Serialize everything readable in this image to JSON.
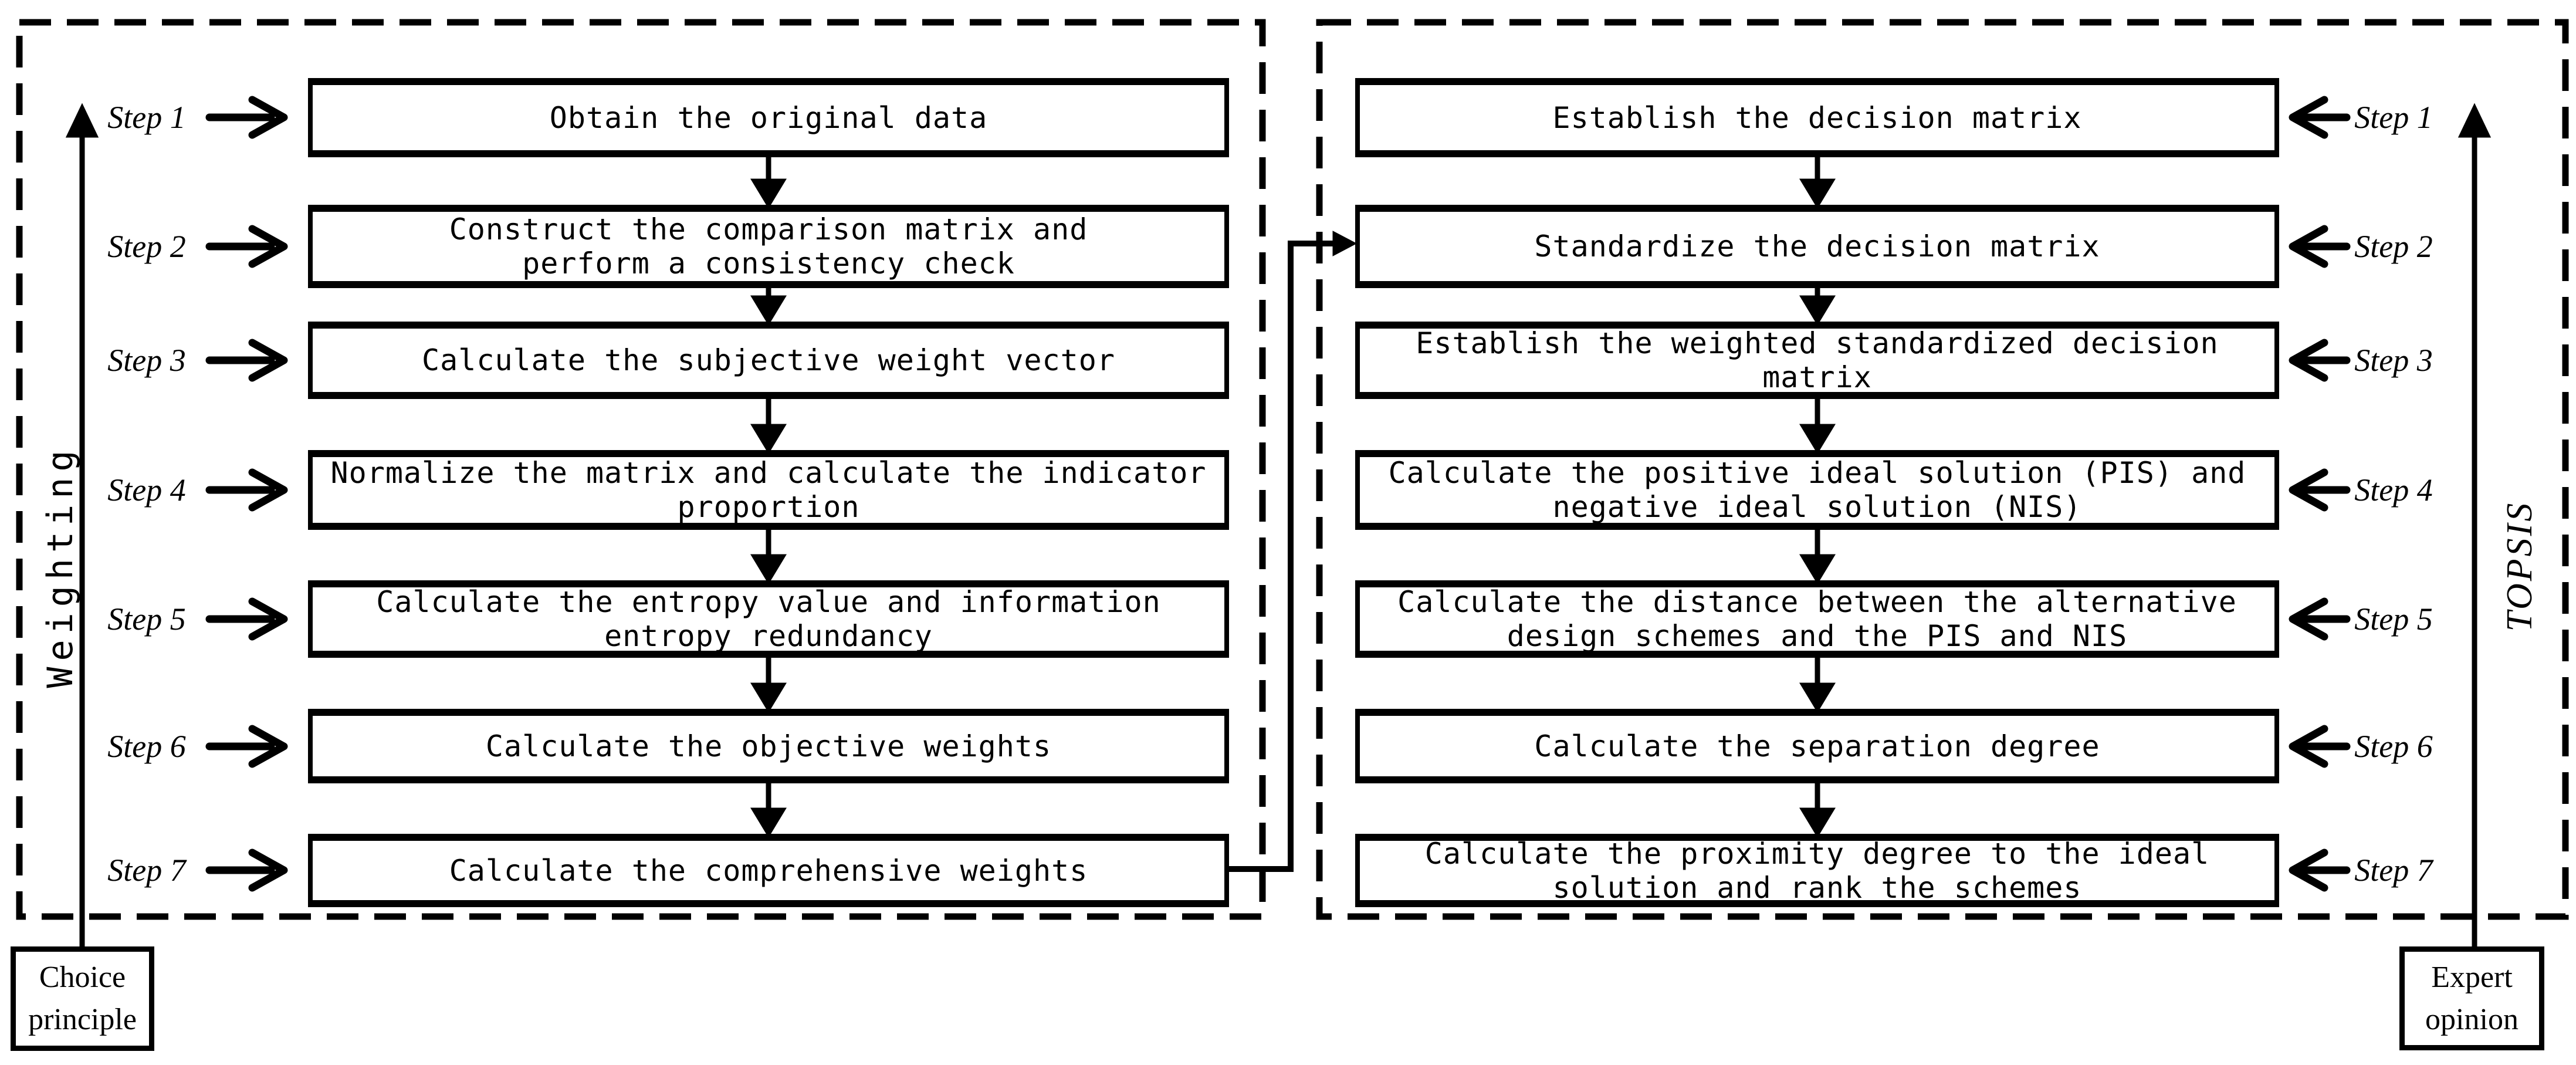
{
  "diagram": {
    "colors": {
      "ink": "#000000",
      "background": "#ffffff"
    },
    "left": {
      "label": "Weighting",
      "source": {
        "lines": [
          "Choice",
          "principle"
        ]
      },
      "steps": [
        {
          "label": "Step 1",
          "lines": [
            "Obtain the original data"
          ]
        },
        {
          "label": "Step 2",
          "lines": [
            "Construct the comparison matrix and",
            "perform a consistency check"
          ]
        },
        {
          "label": "Step 3",
          "lines": [
            "Calculate the subjective weight vector"
          ]
        },
        {
          "label": "Step 4",
          "lines": [
            "Normalize the matrix and calculate the indicator",
            "proportion"
          ]
        },
        {
          "label": "Step 5",
          "lines": [
            "Calculate the entropy value and information",
            "entropy redundancy"
          ]
        },
        {
          "label": "Step 6",
          "lines": [
            "Calculate the objective weights"
          ]
        },
        {
          "label": "Step 7",
          "lines": [
            "Calculate the comprehensive weights"
          ]
        }
      ]
    },
    "right": {
      "label": "TOPSIS",
      "source": {
        "lines": [
          "Expert",
          "opinion"
        ]
      },
      "steps": [
        {
          "label": "Step 1",
          "lines": [
            "Establish the decision matrix"
          ]
        },
        {
          "label": "Step 2",
          "lines": [
            "Standardize the decision matrix"
          ]
        },
        {
          "label": "Step 3",
          "lines": [
            "Establish the weighted standardized decision",
            "matrix"
          ]
        },
        {
          "label": "Step 4",
          "lines": [
            "Calculate the positive ideal solution (PIS) and",
            "negative ideal solution (NIS)"
          ]
        },
        {
          "label": "Step 5",
          "lines": [
            "Calculate the distance between the alternative",
            "design schemes and the PIS and NIS"
          ]
        },
        {
          "label": "Step 6",
          "lines": [
            "Calculate the separation degree"
          ]
        },
        {
          "label": "Step 7",
          "lines": [
            "Calculate the proximity degree to the ideal",
            "solution and rank the schemes"
          ]
        }
      ]
    }
  }
}
